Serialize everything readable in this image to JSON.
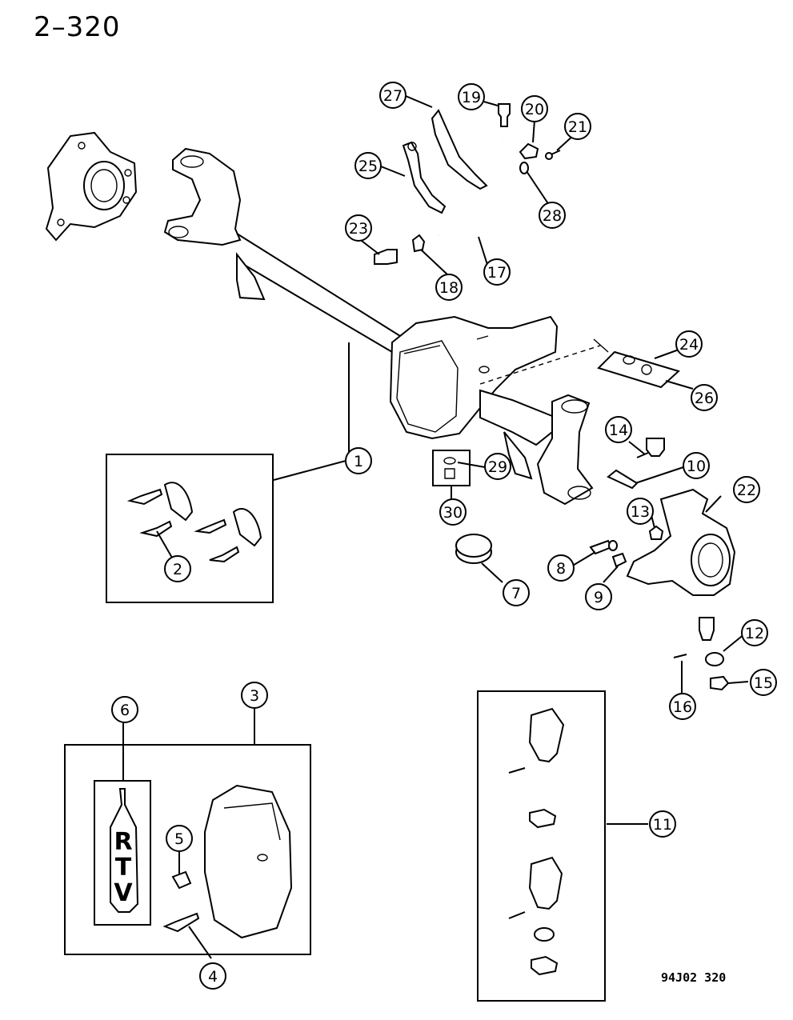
{
  "page": {
    "title": "2–320",
    "figure_code": "94J02  320"
  },
  "tube_label": [
    "R",
    "T",
    "V"
  ],
  "callouts": [
    "1",
    "2",
    "3",
    "4",
    "5",
    "6",
    "7",
    "8",
    "9",
    "10",
    "11",
    "12",
    "13",
    "14",
    "15",
    "16",
    "17",
    "18",
    "19",
    "20",
    "21",
    "22",
    "23",
    "24",
    "25",
    "26",
    "27",
    "28",
    "29",
    "30"
  ]
}
